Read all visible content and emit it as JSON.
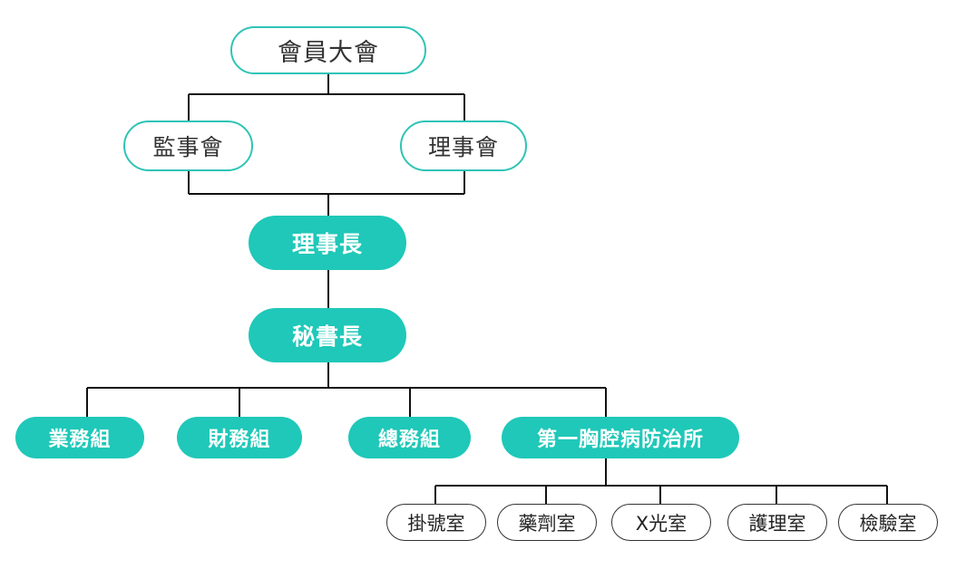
{
  "nodes": {
    "general_assembly": "會員大會",
    "supervisors": "監事會",
    "directors": "理事會",
    "chairman": "理事長",
    "secretary_general": "秘書長",
    "business_group": "業務組",
    "finance_group": "財務組",
    "general_affairs_group": "總務組",
    "chest_clinic": "第一胸腔病防治所",
    "registration_room": "掛號室",
    "pharmacy_room": "藥劑室",
    "xray_room": "X光室",
    "nursing_room": "護理室",
    "lab_room": "檢驗室"
  },
  "colors": {
    "teal_fill": "#1fc8b8",
    "teal_border": "#2ec4b6",
    "line": "#111111",
    "text_dark": "#333333"
  }
}
